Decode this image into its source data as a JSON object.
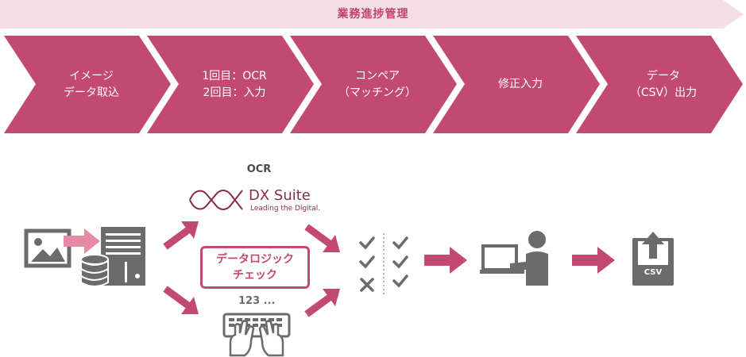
{
  "banner": {
    "title": "業務進捗管理"
  },
  "steps": [
    {
      "line1": "イメージ",
      "line2": "データ取込"
    },
    {
      "line1": "1回目：OCR",
      "line2": "2回目：入力"
    },
    {
      "line1": "コンペア",
      "line2": "（マッチング）"
    },
    {
      "line1": "修正入力",
      "line2": ""
    },
    {
      "line1": "データ",
      "line2": "（CSV）出力"
    }
  ],
  "diagram": {
    "ocr_label": "OCR",
    "dx_suite_name": "DX Suite",
    "dx_suite_tagline": "Leading the Digital.",
    "logic_line1": "データロジック",
    "logic_line2": "チェック",
    "numeric_label": "123 ...",
    "csv_label": "CSV"
  },
  "colors": {
    "primary": "#c24a72",
    "banner_bg": "#f5dde5",
    "icon_gray": "#6b6b6b",
    "arrow_pink": "#e58aa5"
  },
  "icons": [
    "image-icon",
    "server-icon",
    "database-icon",
    "dx-suite-logo-icon",
    "keyboard-hands-icon",
    "checkmark-icon",
    "cross-icon",
    "person-laptop-icon",
    "csv-upload-icon",
    "arrow-icon"
  ]
}
